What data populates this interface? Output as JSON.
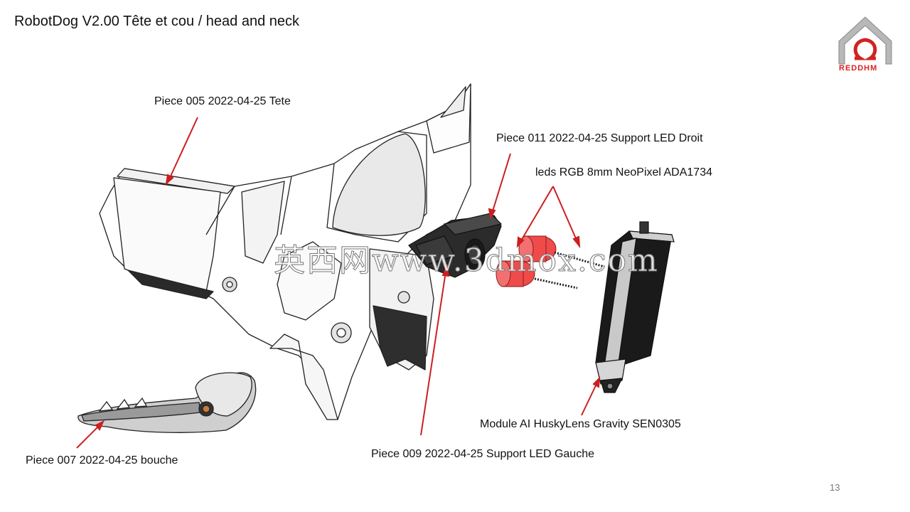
{
  "slide": {
    "title": "RobotDog V2.00 Tête et cou / head and neck",
    "page_number": "13"
  },
  "logo": {
    "name": "reddhm-logo-icon",
    "text": "REDDHM",
    "color": "#d22222"
  },
  "watermark": {
    "text": "英西网www.3dmox.com"
  },
  "callouts": {
    "piece005": "Piece 005 2022-04-25 Tete",
    "piece011": "Piece 011 2022-04-25 Support LED Droit",
    "leds": "leds RGB 8mm NeoPixel ADA1734",
    "module": "Module AI HuskyLens Gravity SEN0305",
    "piece009": "Piece 009 2022-04-25 Support LED Gauche",
    "piece007": "Piece 007 2022-04-25 bouche"
  },
  "colors": {
    "arrow": "#cc1f1f",
    "led": "#ef4b4b",
    "outline": "#222222"
  }
}
